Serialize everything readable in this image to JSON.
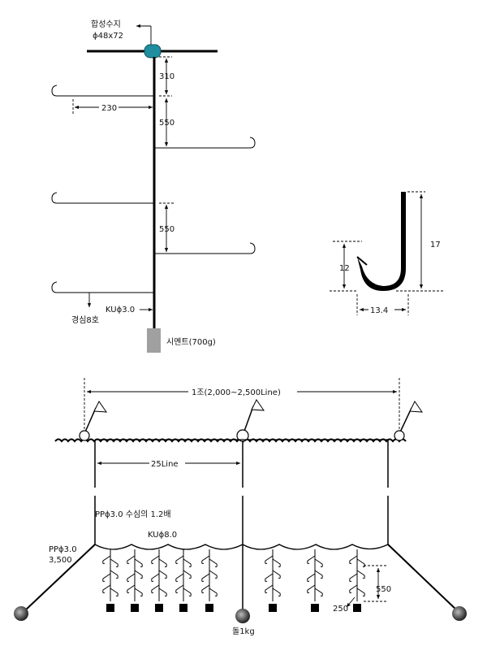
{
  "top": {
    "float_label": "합성수지",
    "float_size": "ϕ48x72",
    "dim_top": "310",
    "dim_branch_len": "230",
    "dim_spacing_1": "550",
    "dim_spacing_2": "550",
    "branch_line": "경심8호",
    "main_line": "KUϕ3.0",
    "sinker": "시멘트(700g)"
  },
  "hook": {
    "width": "13.4",
    "height": "17",
    "barb": "12"
  },
  "bottom": {
    "set_length": "1조(2,000~2,500Line)",
    "float_spacing": "25Line",
    "dropper": "PPϕ3.0 수심의 1.2배",
    "mainline": "KUϕ8.0",
    "anchor_rope_1": "PPϕ3.0",
    "anchor_rope_2": "3,500",
    "stone": "돌1kg",
    "dim_vertical": "550",
    "dim_horizontal": "250"
  },
  "colors": {
    "float": "#1f8fa0",
    "sinker": "#a0a0a0"
  }
}
